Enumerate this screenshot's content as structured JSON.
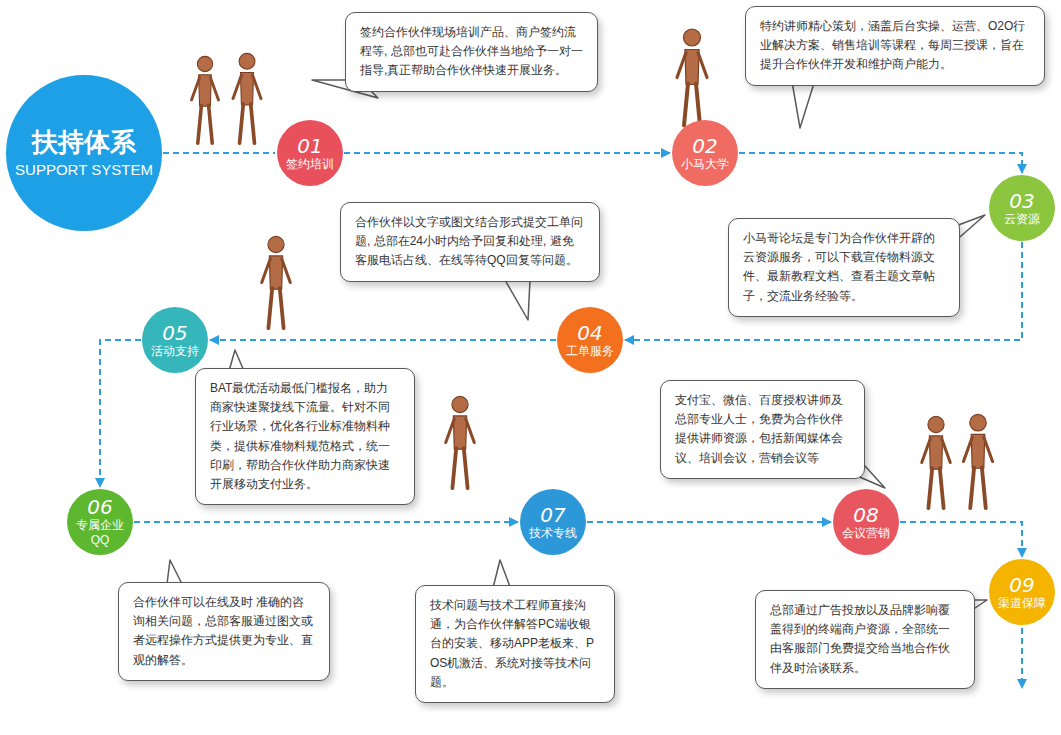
{
  "diagram": {
    "nodes": [
      {
        "text": [
          "扶持体系",
          "SUPPORT SYSTEM"
        ]
      },
      {
        "text": [
          "01",
          "签约培训"
        ]
      },
      {
        "text": [
          "签约合作伙伴现场培训产品、商户签约流程等, 总部也可赴合作伙伴当地给予一对一指导,真正帮助合作伙伴快速开展业务。"
        ]
      },
      {
        "text": [
          "02",
          "小马大学"
        ]
      },
      {
        "text": [
          "特约讲师精心策划，涵盖后台实操、运营、O2O行业解决方案、销售培训等课程，每周三授课，旨在提升合作伙伴开发和维护商户能力。"
        ]
      },
      {
        "text": [
          "03",
          "云资源"
        ]
      },
      {
        "text": [
          "小马哥论坛是专门为合作伙伴开辟的云资源服务，可以下载宣传物料源文件、最新教程文档、查看主题文章帖子，交流业务经验等。"
        ]
      },
      {
        "text": [
          "04",
          "工单服务"
        ]
      },
      {
        "text": [
          "合作伙伴以文字或图文结合形式提交工单问题, 总部在24小时内给予回复和处理, 避免客服电话占线、在线等待QQ回复等问题。"
        ]
      },
      {
        "text": [
          "05",
          "活动支持"
        ]
      },
      {
        "text": [
          "BAT最优活动最低门槛报名，助力商家快速聚拢线下流量。针对不同行业场景，优化各行业标准物料种类，提供标准物料规范格式，统一印刷，帮助合作伙伴助力商家快速开展移动支付业务。"
        ]
      },
      {
        "text": [
          "06",
          "专属企业QQ"
        ]
      },
      {
        "text": [
          "合作伙伴可以在线及时 准确的咨询相关问题，总部客服通过图文或者远程操作方式提供更为专业、直观的解答。"
        ]
      },
      {
        "text": [
          "07",
          "技术专线"
        ]
      },
      {
        "text": [
          "技术问题与技术工程师直接沟通，为合作伙伴解答PC端收银台的安装、移动APP老板来、POS机激活、系统对接等技术问题。"
        ]
      },
      {
        "text": [
          "08",
          "会议营销"
        ]
      },
      {
        "text": [
          "支付宝、微信、百度授权讲师及总部专业人士，免费为合作伙伴提供讲师资源，包括新闻媒体会议、培训会议，营销会议等"
        ]
      },
      {
        "text": [
          "09",
          "渠道保障"
        ]
      },
      {
        "text": [
          "总部通过广告投放以及品牌影响覆盖得到的终端商户资源，全部统一由客服部门免费提交给当地合作伙伴及时洽谈联系。"
        ]
      }
    ],
    "edges": [
      {
        "from": 0,
        "to": 1,
        "arrow": "none"
      },
      {
        "from": 1,
        "to": 3,
        "arrow": "to"
      },
      {
        "from": 3,
        "to": 5,
        "arrow": "to"
      },
      {
        "from": 5,
        "to": 7,
        "arrow": "to"
      },
      {
        "from": 7,
        "to": 9,
        "arrow": "to"
      },
      {
        "from": 9,
        "to": 11,
        "arrow": "to"
      },
      {
        "from": 11,
        "to": 13,
        "arrow": "to"
      },
      {
        "from": 13,
        "to": 15,
        "arrow": "to"
      },
      {
        "from": 15,
        "to": 17,
        "arrow": "to"
      }
    ]
  }
}
